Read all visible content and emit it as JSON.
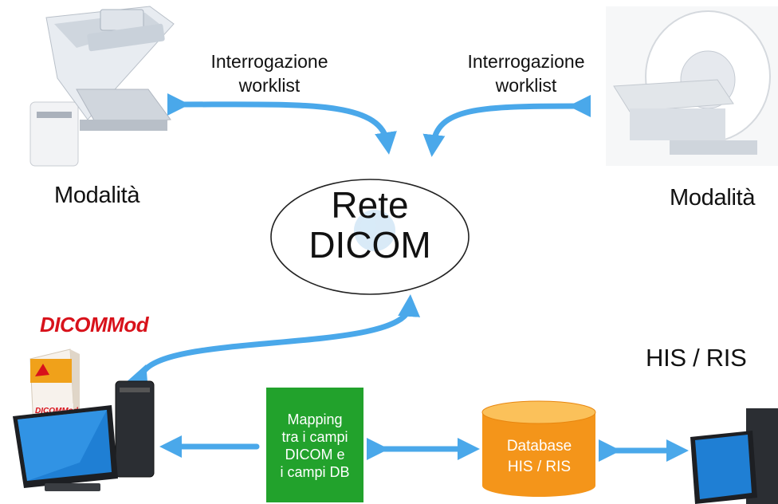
{
  "diagram": {
    "modality_left_label": "Modalità",
    "modality_right_label": "Modalità",
    "query_left_line1": "Interrogazione",
    "query_left_line2": "worklist",
    "query_right_line1": "Interrogazione",
    "query_right_line2": "worklist",
    "network_line1": "Rete",
    "network_line2": "DICOM",
    "product_logo": "DICOMMod",
    "his_ris_label": "HIS / RIS",
    "mapping_lines": [
      "Mapping",
      "tra i campi",
      "DICOM e",
      "i campi DB"
    ],
    "database_line1": "Database",
    "database_line2": "HIS / RIS",
    "box_logo_text": "DICOMMod"
  },
  "colors": {
    "arrow": "#4aa8ea",
    "mapping_box": "#22a22c",
    "database": "#f59a1a",
    "logo_red": "#d8121b"
  }
}
